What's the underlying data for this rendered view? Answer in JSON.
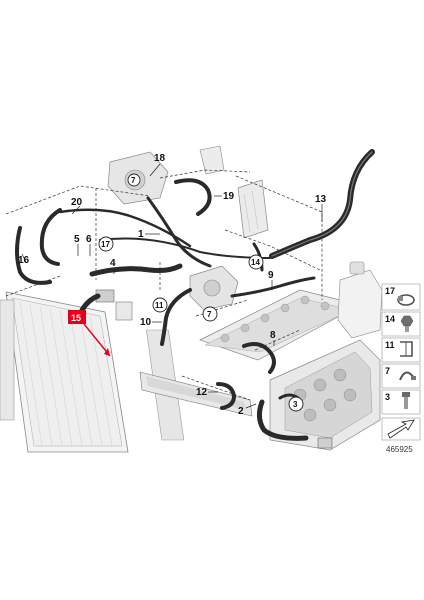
{
  "diagram": {
    "callouts": {
      "c18": "18",
      "c7a": "7",
      "c19": "19",
      "c20": "20",
      "c1": "1",
      "c13": "13",
      "c5": "5",
      "c6": "6",
      "c17": "17",
      "c4": "4",
      "c16": "16",
      "c14": "14",
      "c9": "9",
      "c11": "11",
      "c10": "10",
      "c7b": "7",
      "c15": "15",
      "c8": "8",
      "c12": "12",
      "c2": "2",
      "c3": "3"
    },
    "highlight_color": "#e2001a",
    "diagram_id": "465925"
  },
  "legend": {
    "items": [
      {
        "num": "17",
        "icon": "hose-clamp-icon"
      },
      {
        "num": "14",
        "icon": "bolt-nut-icon"
      },
      {
        "num": "11",
        "icon": "spring-clip-icon"
      },
      {
        "num": "7",
        "icon": "clamp-icon"
      },
      {
        "num": "3",
        "icon": "screw-icon"
      }
    ],
    "arrow_icon": "direction-arrow-icon"
  }
}
